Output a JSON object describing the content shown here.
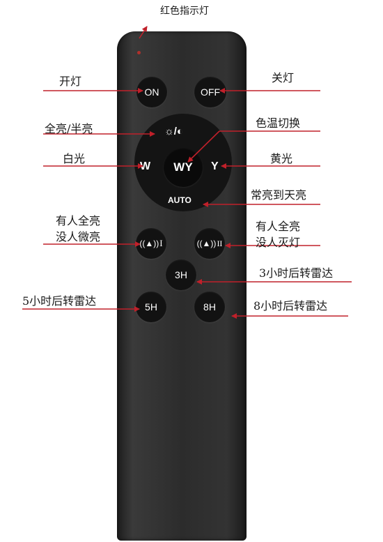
{
  "labels": {
    "indicator": "红色指示灯",
    "on": "开灯",
    "off": "关灯",
    "full_half": "全亮/半亮",
    "color_temp": "色温切换",
    "white": "白光",
    "yellow": "黄光",
    "auto": "常亮到天亮",
    "radar1_line1": "有人全亮",
    "radar1_line2": "没人微亮",
    "radar2_line1": "有人全亮",
    "radar2_line2": "没人灭灯",
    "h3": "3小时后转雷达",
    "h5": "5小时后转雷达",
    "h8": "8小时后转雷达"
  },
  "buttons": {
    "on": "ON",
    "off": "OFF",
    "brightness": "☼/◐",
    "w": "W",
    "wy": "WY",
    "y": "Y",
    "auto": "AUTO",
    "radar1_suffix": "I",
    "radar2_suffix": "II",
    "h3": "3H",
    "h5": "5H",
    "h8": "8H"
  },
  "colors": {
    "annotation_line": "#c0202a",
    "remote_body": "#2e2e2e",
    "button": "#121212",
    "led": "#b0302c"
  }
}
